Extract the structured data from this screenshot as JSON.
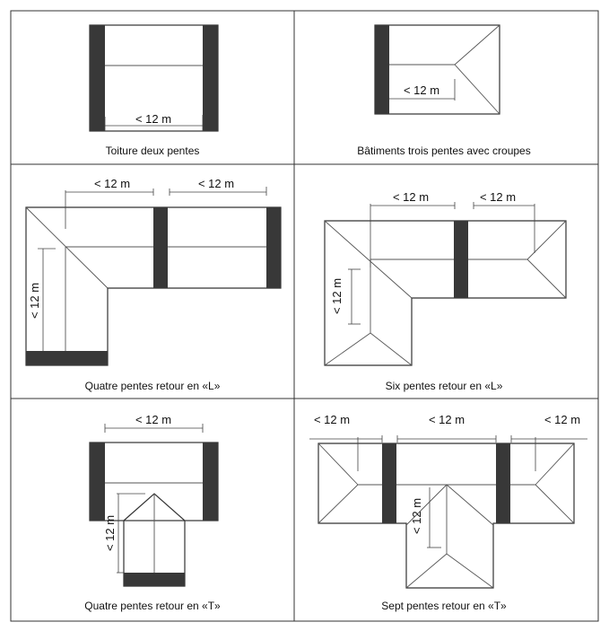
{
  "captions": {
    "two_slopes": "Toiture deux pentes",
    "three_slopes": "Bâtiments trois pentes avec croupes",
    "four_slopes_L": "Quatre pentes retour en «L»",
    "six_slopes_L": "Six pentes retour en «L»",
    "four_slopes_T": "Quatre pentes retour en «T»",
    "seven_slopes_T": "Sept pentes retour en «T»"
  },
  "dimension_label": "< 12 m",
  "colors": {
    "wall": "#383838",
    "line": "#333333"
  }
}
